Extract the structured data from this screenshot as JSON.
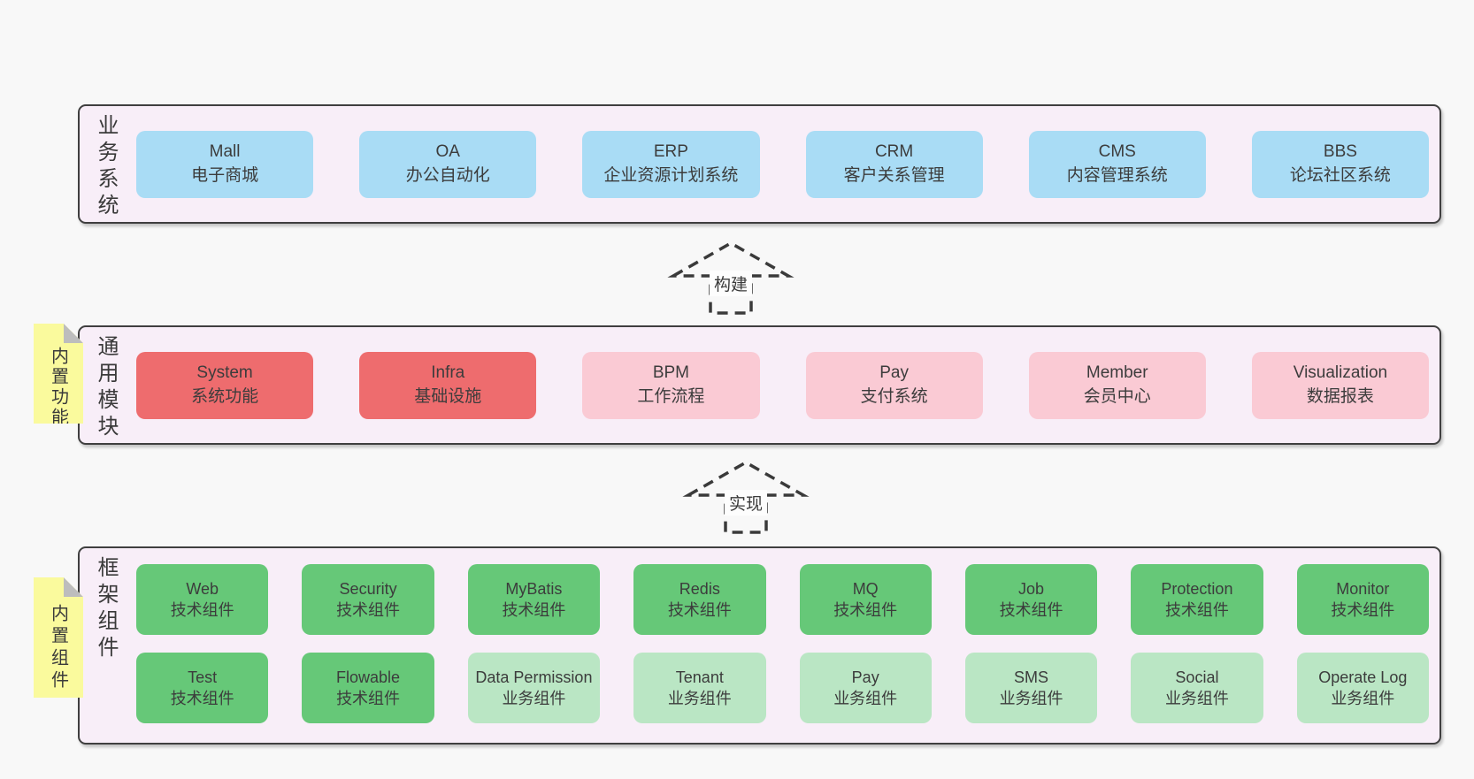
{
  "page": {
    "background": "#f8f8f8"
  },
  "palette": {
    "panel_bg": "#f8eef8",
    "panel_border": "#3f3f3f",
    "blue": "#a9dcf5",
    "red": "#ee6c6e",
    "pink": "#facad4",
    "green": "#66c878",
    "light_green": "#bae6c4",
    "sticky_yellow": "#fafa9d",
    "fold_gray": "#bdbdbd",
    "text": "#3c3c3c"
  },
  "arrows": [
    {
      "label": "构建"
    },
    {
      "label": "实现"
    }
  ],
  "sections": [
    {
      "side_label": "业务系统",
      "rows": [
        [
          {
            "en": "Mall",
            "zh": "电子商城",
            "type": "blue"
          },
          {
            "en": "OA",
            "zh": "办公自动化",
            "type": "blue"
          },
          {
            "en": "ERP",
            "zh": "企业资源计划系统",
            "type": "blue"
          },
          {
            "en": "CRM",
            "zh": "客户关系管理",
            "type": "blue"
          },
          {
            "en": "CMS",
            "zh": "内容管理系统",
            "type": "blue"
          },
          {
            "en": "BBS",
            "zh": "论坛社区系统",
            "type": "blue"
          }
        ]
      ]
    },
    {
      "side_label": "通用模块",
      "sticky": "内置功能",
      "rows": [
        [
          {
            "en": "System",
            "zh": "系统功能",
            "type": "red"
          },
          {
            "en": "Infra",
            "zh": "基础设施",
            "type": "red"
          },
          {
            "en": "BPM",
            "zh": "工作流程",
            "type": "pink"
          },
          {
            "en": "Pay",
            "zh": "支付系统",
            "type": "pink"
          },
          {
            "en": "Member",
            "zh": "会员中心",
            "type": "pink"
          },
          {
            "en": "Visualization",
            "zh": "数据报表",
            "type": "pink"
          }
        ]
      ]
    },
    {
      "side_label": "框架组件",
      "sticky": "内置组件",
      "rows": [
        [
          {
            "en": "Web",
            "zh": "技术组件",
            "type": "green"
          },
          {
            "en": "Security",
            "zh": "技术组件",
            "type": "green"
          },
          {
            "en": "MyBatis",
            "zh": "技术组件",
            "type": "green"
          },
          {
            "en": "Redis",
            "zh": "技术组件",
            "type": "green"
          },
          {
            "en": "MQ",
            "zh": "技术组件",
            "type": "green"
          },
          {
            "en": "Job",
            "zh": "技术组件",
            "type": "green"
          },
          {
            "en": "Protection",
            "zh": "技术组件",
            "type": "green"
          },
          {
            "en": "Monitor",
            "zh": "技术组件",
            "type": "green"
          }
        ],
        [
          {
            "en": "Test",
            "zh": "技术组件",
            "type": "green"
          },
          {
            "en": "Flowable",
            "zh": "技术组件",
            "type": "green"
          },
          {
            "en": "Data Permission",
            "zh": "业务组件",
            "type": "lightgreen"
          },
          {
            "en": "Tenant",
            "zh": "业务组件",
            "type": "lightgreen"
          },
          {
            "en": "Pay",
            "zh": "业务组件",
            "type": "lightgreen"
          },
          {
            "en": "SMS",
            "zh": "业务组件",
            "type": "lightgreen"
          },
          {
            "en": "Social",
            "zh": "业务组件",
            "type": "lightgreen"
          },
          {
            "en": "Operate Log",
            "zh": "业务组件",
            "type": "lightgreen"
          }
        ]
      ]
    }
  ]
}
